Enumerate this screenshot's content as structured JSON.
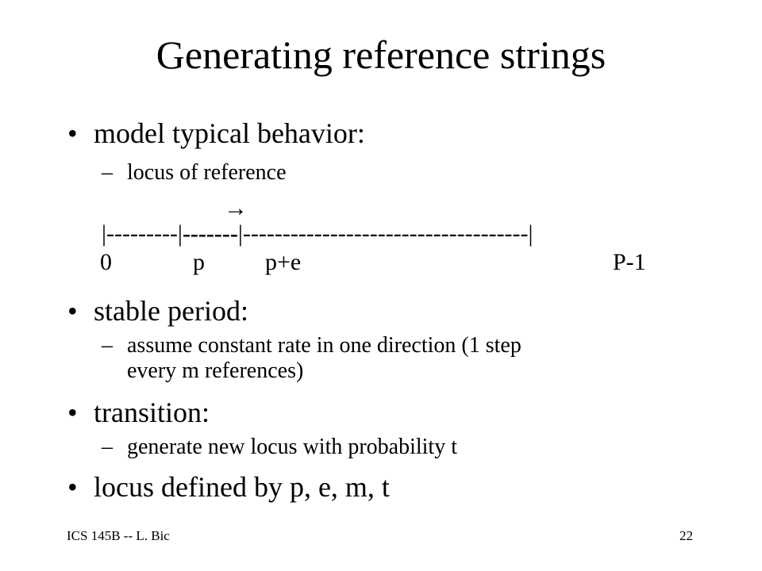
{
  "slide": {
    "title": "Generating reference strings",
    "bullet_glyph": "•",
    "dash_glyph": "–",
    "bullets": [
      {
        "text": "model typical behavior:"
      },
      {
        "text": "stable period:"
      },
      {
        "text": "transition:"
      },
      {
        "text": "locus defined by p, e, m, t"
      }
    ],
    "sub_bullets": [
      {
        "lines": [
          "locus of reference"
        ]
      },
      {
        "lines": [
          "assume constant rate in one direction (1 step",
          "every m references)"
        ]
      },
      {
        "lines": [
          "generate new locus with probability t"
        ]
      }
    ],
    "diagram": {
      "arrow": "→",
      "bar_segment_1": "|---------|",
      "bar_segment_2": "-------",
      "bar_segment_3": "|------------------------------------|",
      "labels": [
        "0",
        "p",
        "p+e",
        "P-1"
      ]
    },
    "footer": {
      "left": "ICS 145B -- L. Bic",
      "right": "22"
    }
  }
}
